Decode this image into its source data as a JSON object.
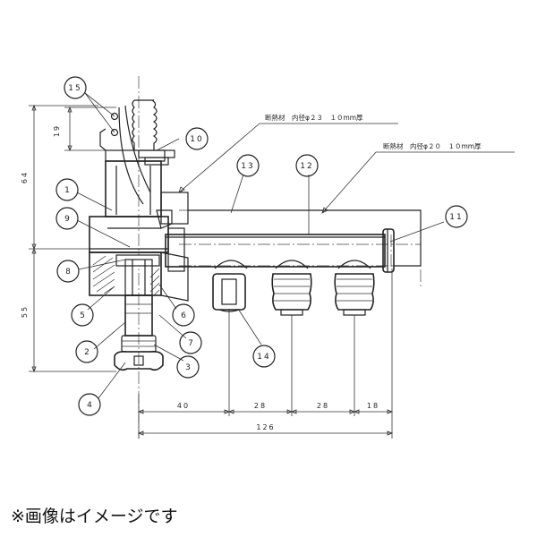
{
  "drawing": {
    "part_labels": [
      "1",
      "2",
      "3",
      "4",
      "5",
      "6",
      "7",
      "8",
      "9",
      "10",
      "11",
      "12",
      "13",
      "14",
      "15"
    ],
    "note_insulation_23": "断熱材　内径φ２３　１０mm厚",
    "note_insulation_20": "断熱材　内径φ２０　１０mm厚",
    "dimensions": {
      "d19": "19",
      "d64": "64",
      "d55": "55",
      "d40": "40",
      "d28a": "28",
      "d28b": "28",
      "d18": "18",
      "d126": "126"
    }
  },
  "caption": "※画像はイメージです"
}
